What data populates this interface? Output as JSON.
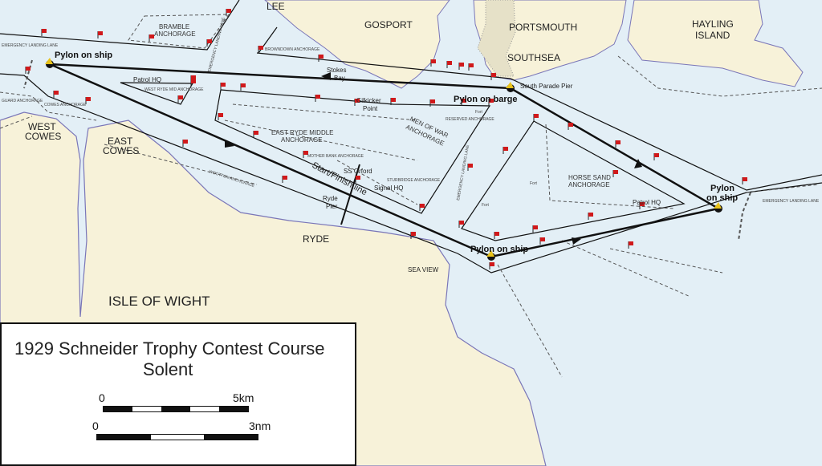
{
  "colors": {
    "water": "#e3eff6",
    "land": "#f7f2d9",
    "coast": "#7a76b8",
    "course": "#111111",
    "flag": "#d0191b",
    "pylon": "#e8c21a"
  },
  "places": {
    "lee": "LEE",
    "gosport": "GOSPORT",
    "portsmouth": "PORTSMOUTH",
    "southsea": "SOUTHSEA",
    "hayling": "HAYLING",
    "hayling2": "ISLAND",
    "west_cowes1": "WEST",
    "west_cowes2": "COWES",
    "east_cowes1": "EAST",
    "east_cowes2": "COWES",
    "ryde": "RYDE",
    "sea_view": "SEA VIEW",
    "isle": "ISLE OF WIGHT"
  },
  "features": {
    "stokes1": "Stokes",
    "stokes2": "Bay",
    "gilkicker1": "Gilkicker",
    "gilkicker2": "Point",
    "south_parade": "South Parade Pier",
    "ryde_pier1": "Ryde",
    "ryde_pier2": "Pier",
    "ss_orford": "SS Orford",
    "signal_hq": "Signal HQ",
    "patrol_hq_w": "Patrol HQ",
    "patrol_hq_e": "Patrol HQ",
    "fort": "Fort",
    "start_finish": "Start/Finish line"
  },
  "pylons": {
    "west": "Pylon on ship",
    "barge": "Pylon on barge",
    "east1": "Pylon",
    "east2": "on ship",
    "south": "Pylon on ship"
  },
  "anchorages": {
    "bramble1": "BRAMBLE",
    "bramble2": "ANCHORAGE",
    "east_ryde1": "EAST RYDE MIDDLE",
    "east_ryde2": "ANCHORAGE",
    "men_of_war1": "MEN OF WAR",
    "men_of_war2": "ANCHORAGE",
    "horse_sand1": "HORSE SAND",
    "horse_sand2": "ANCHORAGE",
    "browndown": "BROWNDOWN ANCHORAGE",
    "reserved": "RESERVED ANCHORAGE",
    "west_ryde": "WEST RYDE MID ANCHORAGE",
    "cowes": "COWES ANCHORAGE",
    "guard": "GUARD ANCHORAGE",
    "wootton": "WOOTTON ANCHORAGE",
    "mother": "MOTHER BANK ANCHORAGE",
    "stourbridge": "STURBRIDGE ANCHORAGE",
    "emergency": "EMERGENCY LANDING LANE"
  },
  "legend": {
    "title1": "1929 Schneider Trophy Contest Course",
    "title2": "Solent",
    "km_start": "0",
    "km_end": "5km",
    "nm_start": "0",
    "nm_end": "3nm"
  }
}
